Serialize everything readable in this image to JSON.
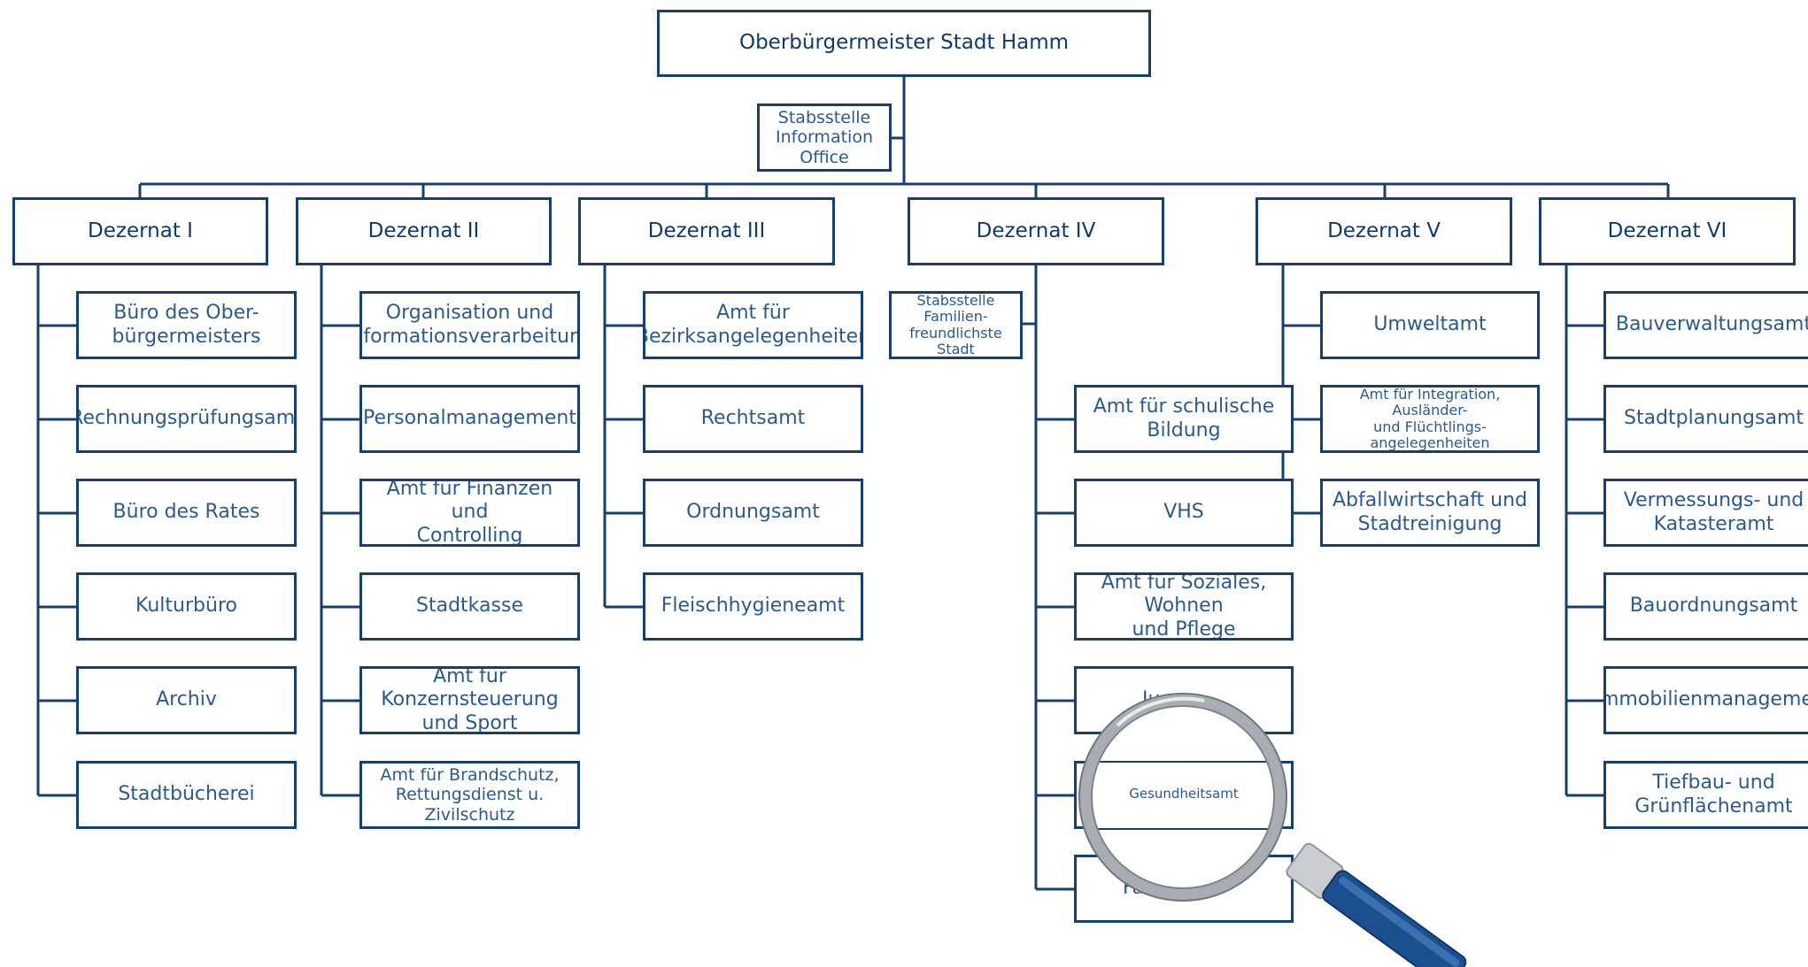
{
  "top": {
    "label": "Oberbürgermeister Stadt Hamm"
  },
  "staff": {
    "label": "Stabsstelle\nInformation Office"
  },
  "dezernate": [
    {
      "label": "Dezernat I",
      "items": [
        "Büro des Ober-\nbürgermeisters",
        "Rechnungsprüfungsamt",
        "Büro des Rates",
        "Kulturbüro",
        "Archiv",
        "Stadtbücherei"
      ]
    },
    {
      "label": "Dezernat II",
      "items": [
        "Organisation und\nInformationsverarbeitung",
        "Personalmanagement",
        "Amt für Finanzen und\nControlling",
        "Stadtkasse",
        "Amt für Konzernsteuerung\nund Sport",
        "Amt für Brandschutz,\nRettungsdienst u. Zivilschutz"
      ]
    },
    {
      "label": "Dezernat III",
      "items": [
        "Amt für\nBezirksangelegenheiten",
        "Rechtsamt",
        "Ordnungsamt",
        "Fleischhygieneamt"
      ]
    },
    {
      "label": "Dezernat IV",
      "staff": "Stabsstelle\nFamilien-\nfreundlichste Stadt",
      "items": [
        "Amt für schulische Bildung",
        "VHS",
        "Amt für Soziales, Wohnen\nund Pflege",
        "Ju",
        "",
        "Fam"
      ]
    },
    {
      "label": "Dezernat V",
      "items": [
        "Umweltamt",
        "Amt für Integration, Ausländer-\nund Flüchtlings-\nangelegenheiten",
        "Abfallwirtschaft und\nStadtreinigung"
      ]
    },
    {
      "label": "Dezernat VI",
      "items": [
        "Bauverwaltungsamt",
        "Stadtplanungsamt",
        "Vermessungs- und\nKatasteramt",
        "Bauordnungsamt",
        "Immobilienmanagement",
        "Tiefbau- und\nGrünflächenamt"
      ]
    }
  ],
  "magnifier": {
    "label": "Gesundheitsamt",
    "icon": "magnifier-icon"
  },
  "colors": {
    "line": "#173f6e",
    "text": "#2a5a8e",
    "handle": "#1c4f8f"
  }
}
